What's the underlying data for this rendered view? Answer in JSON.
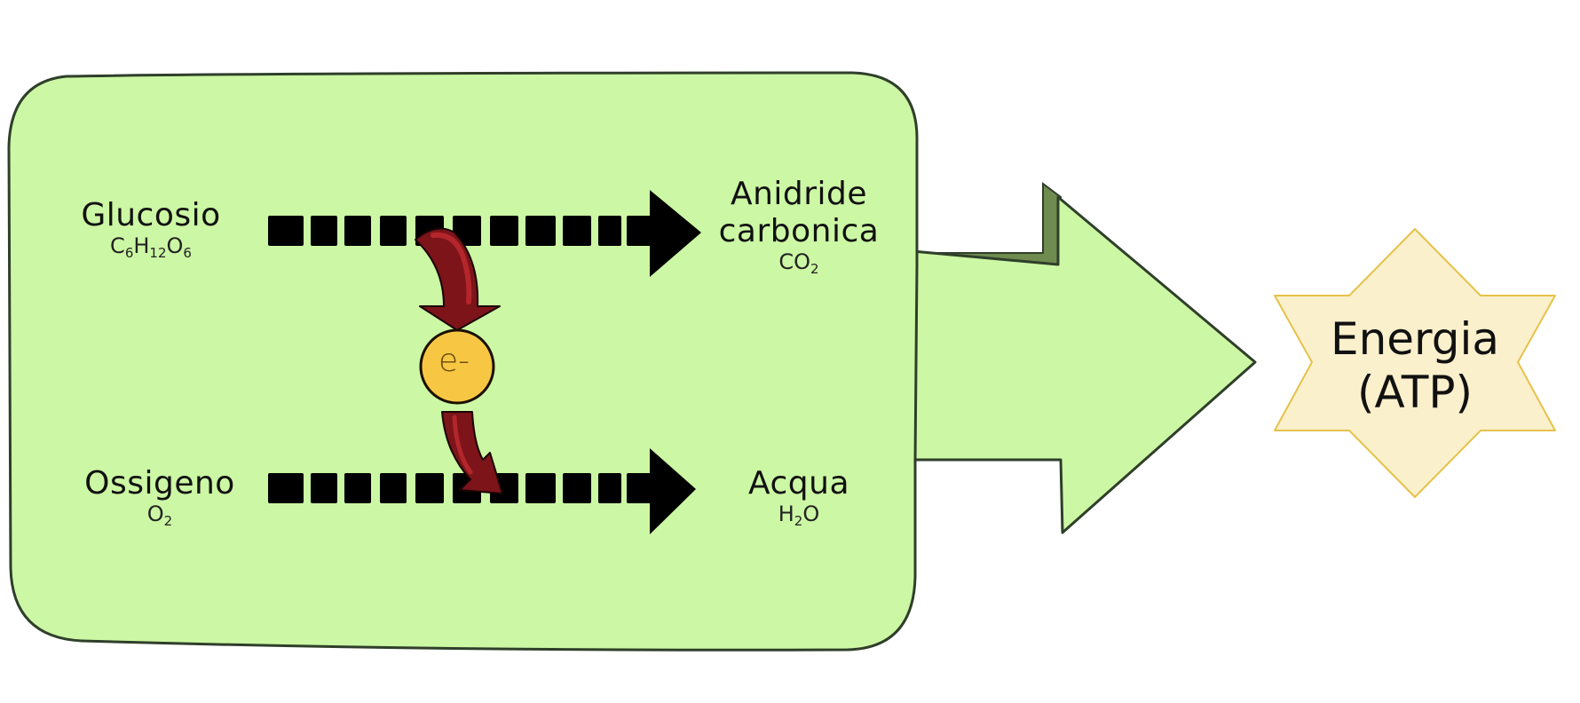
{
  "reactants": [
    {
      "name": "Glucosio",
      "formula": [
        [
          "C",
          "6"
        ],
        [
          "H",
          "12"
        ],
        [
          "O",
          "6"
        ]
      ]
    },
    {
      "name": "Ossigeno",
      "formula": [
        [
          "O",
          "2"
        ]
      ]
    }
  ],
  "products": [
    {
      "name_line1": "Anidride",
      "name_line2": "carbonica",
      "formula": [
        [
          "C",
          ""
        ],
        [
          "O",
          "2"
        ]
      ]
    },
    {
      "name": "Acqua",
      "formula": [
        [
          "H",
          "2"
        ],
        [
          "O",
          ""
        ]
      ]
    }
  ],
  "electron": {
    "label": "e-"
  },
  "energy": {
    "line1": "Energia",
    "line2": "(ATP)"
  },
  "colors": {
    "box_fill": "#ccf7a4",
    "outline": "#2f3f2a",
    "arrow_shadow": "#6f8b4f",
    "dash": "#000000",
    "red_arrow": "#7c1419",
    "red_highlight": "#b3262c",
    "electron_fill": "#f7c744",
    "star_fill": "#fbf0cc",
    "star_stroke": "#e6c24a"
  }
}
